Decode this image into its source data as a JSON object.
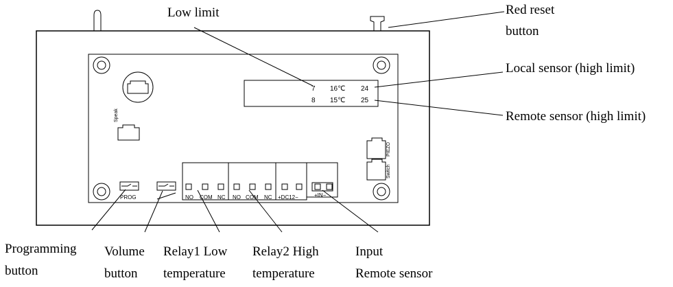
{
  "callouts": {
    "low_limit": "Low limit",
    "red_reset_1": "Red reset",
    "red_reset_2": "button",
    "local_sensor": "Local sensor (high limit)",
    "remote_sensor": "Remote sensor (high limit)",
    "programming_1": "Programming",
    "programming_2": "button",
    "volume_1": "Volume",
    "volume_2": "button",
    "relay1_1": "Relay1 Low",
    "relay1_2": "temperature",
    "relay2_1": "Relay2 High",
    "relay2_2": "temperature",
    "input_1": "Input",
    "input_2": "Remote sensor"
  },
  "display": {
    "row1": {
      "low": "7",
      "temp": "16℃",
      "high": "24"
    },
    "row2": {
      "low": "8",
      "temp": "15℃",
      "high": "25"
    }
  },
  "board_labels": {
    "speak": "Speak",
    "piezo": "PIEZO",
    "switch": "Switch",
    "prog": "PROG",
    "relay1_no": "NO",
    "relay1_com": "COM",
    "relay1_nc": "NC",
    "relay2_no": "NO",
    "relay2_com": "COM",
    "relay2_nc": "NC",
    "dc12": "+DC12−",
    "in": "+IN−"
  }
}
